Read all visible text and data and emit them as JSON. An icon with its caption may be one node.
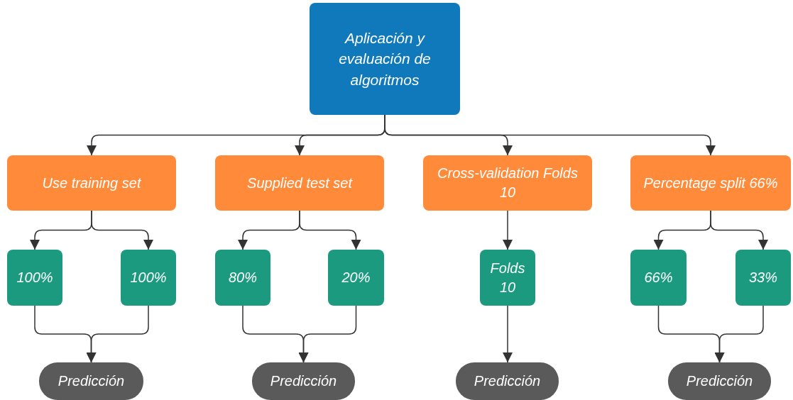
{
  "diagram": {
    "nodes": [
      {
        "text": [
          "Aplicación y evaluación de algoritmos"
        ]
      },
      {
        "text": [
          "Use training set"
        ]
      },
      {
        "text": [
          "Supplied test set"
        ]
      },
      {
        "text": [
          "Cross-validation Folds 10"
        ]
      },
      {
        "text": [
          "Percentage split 66%"
        ]
      },
      {
        "text": [
          "100%"
        ]
      },
      {
        "text": [
          "100%"
        ]
      },
      {
        "text": [
          "80%"
        ]
      },
      {
        "text": [
          "20%"
        ]
      },
      {
        "text": [
          "Folds 10"
        ]
      },
      {
        "text": [
          "66%"
        ]
      },
      {
        "text": [
          "33%"
        ]
      },
      {
        "text": [
          "Predicción"
        ]
      },
      {
        "text": [
          "Predicción"
        ]
      },
      {
        "text": [
          "Predicción"
        ]
      },
      {
        "text": [
          "Predicción"
        ]
      }
    ],
    "edges": [
      {
        "from": 0,
        "to": 1,
        "arrow": "to"
      },
      {
        "from": 0,
        "to": 2,
        "arrow": "to"
      },
      {
        "from": 0,
        "to": 3,
        "arrow": "to"
      },
      {
        "from": 0,
        "to": 4,
        "arrow": "to"
      },
      {
        "from": 1,
        "to": 5,
        "arrow": "to"
      },
      {
        "from": 1,
        "to": 6,
        "arrow": "to"
      },
      {
        "from": 2,
        "to": 7,
        "arrow": "to"
      },
      {
        "from": 2,
        "to": 8,
        "arrow": "to"
      },
      {
        "from": 3,
        "to": 9,
        "arrow": "to"
      },
      {
        "from": 4,
        "to": 10,
        "arrow": "to"
      },
      {
        "from": 4,
        "to": 11,
        "arrow": "to"
      },
      {
        "from": 5,
        "to": 12,
        "arrow": "to"
      },
      {
        "from": 6,
        "to": 12,
        "arrow": "to"
      },
      {
        "from": 7,
        "to": 13,
        "arrow": "to"
      },
      {
        "from": 8,
        "to": 13,
        "arrow": "to"
      },
      {
        "from": 9,
        "to": 14,
        "arrow": "to"
      },
      {
        "from": 10,
        "to": 15,
        "arrow": "to"
      },
      {
        "from": 11,
        "to": 15,
        "arrow": "to"
      }
    ]
  }
}
